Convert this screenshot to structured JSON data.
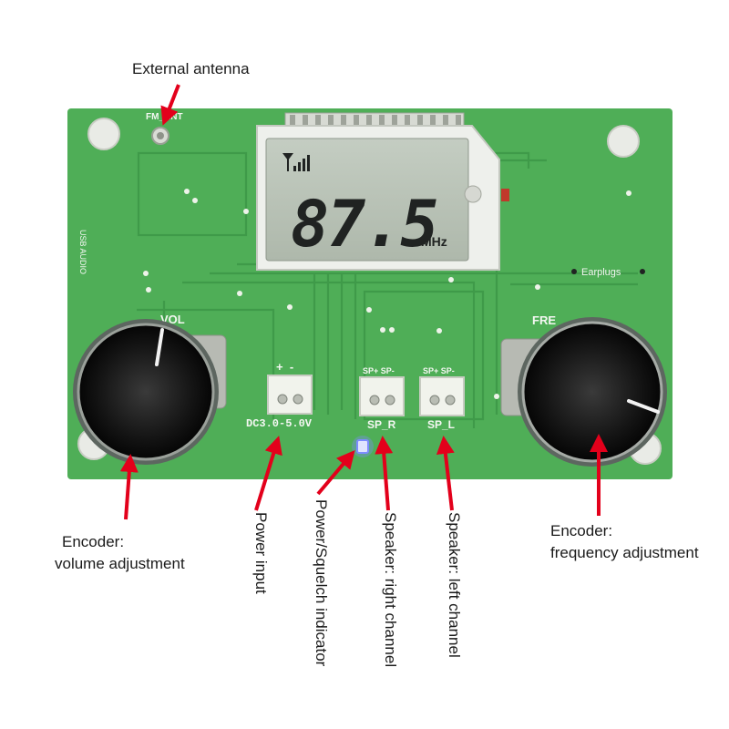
{
  "board": {
    "silkscreen": {
      "antenna_port": "FM_ANT",
      "usb_audio": "USB AUDIO",
      "volume_knob": "VOL",
      "frequency_knob": "FRE",
      "earplugs": "Earplugs",
      "power_polarity": "+  -",
      "power_rating": "DC3.0-5.0V",
      "speaker_pins": "SP+ SP-",
      "speaker_right": "SP_R",
      "speaker_left": "SP_L"
    },
    "display": {
      "frequency": "87.5",
      "unit": "MHz"
    }
  },
  "callouts": {
    "antenna": "External antenna",
    "volume_line1": "Encoder:",
    "volume_line2": "volume adjustment",
    "frequency_line1": "Encoder:",
    "frequency_line2": "frequency adjustment",
    "power": "Power input",
    "indicator": "Power/Squelch indicator",
    "speaker_right": "Speaker: right channel",
    "speaker_left": "Speaker: left channel"
  },
  "colors": {
    "pcb": "#4fae57",
    "pcb_trace": "#3f9a49",
    "silkscreen": "#f4f7f2",
    "lcd": "#b9c3b7",
    "lcd_segment": "#202322",
    "knob": "#151515",
    "terminal": "#f1f3ec",
    "arrow": "#e3001b",
    "led": "#7d8cff"
  }
}
